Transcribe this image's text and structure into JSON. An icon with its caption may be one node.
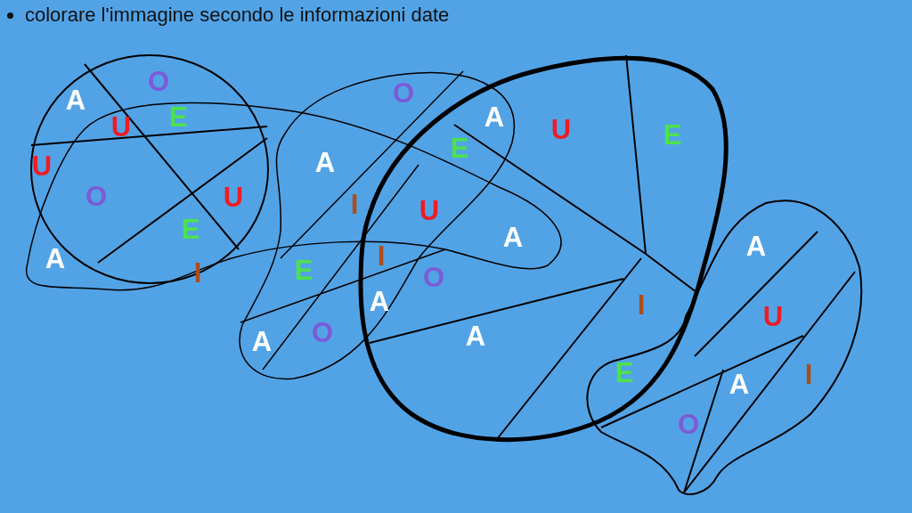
{
  "diagram": {
    "title": "colorare l'immagine secondo le informazioni date",
    "labels": [
      "O",
      "O",
      "A",
      "A",
      "E",
      "U",
      "U",
      "E",
      "E",
      "A",
      "U",
      "O",
      "U",
      "I",
      "U",
      "E",
      "A",
      "A",
      "I",
      "A",
      "E",
      "I",
      "O",
      "A",
      "I",
      "U",
      "O",
      "A",
      "A",
      "E",
      "I",
      "A",
      "O"
    ]
  }
}
